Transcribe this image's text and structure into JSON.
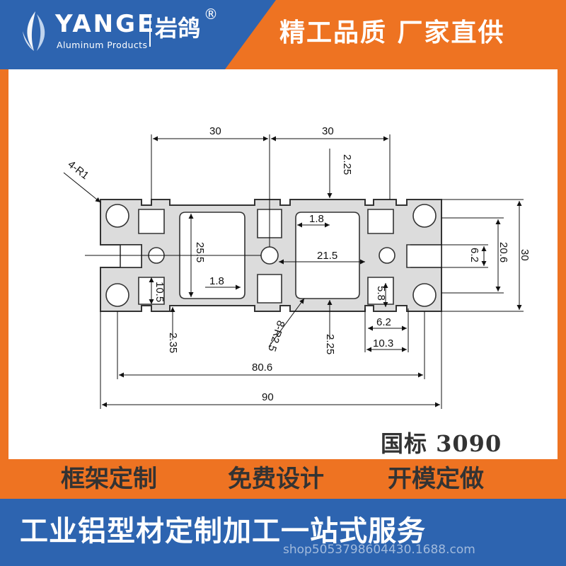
{
  "header": {
    "brand_en": "YANGE",
    "brand_sub": "Aluminum Products",
    "brand_cn": "岩鸽",
    "registered": "®",
    "slogan": "精工品质  厂家直供",
    "colors": {
      "blue": "#2d64b0",
      "orange": "#ee7322"
    }
  },
  "drawing": {
    "dimensions": {
      "top_left_width": "30",
      "top_right_width": "30",
      "slot_depth_top": "2.25",
      "corner_radius": "4-R1",
      "wall_thickness": "1.8",
      "cavity_height": "25.5",
      "left_web": "1.8",
      "center_slot": "21.5",
      "groove_depth": "10.5",
      "slot_depth_bottom_left": "2.35",
      "inner_radius": "8-R2.5",
      "slot_depth_bottom_right": "2.25",
      "slot_width_small": "5.8",
      "slot_width": "6.2",
      "slot_opening": "6.2",
      "slot_outer": "20.6",
      "height": "30",
      "slot_base": "10.3",
      "inner_width": "80.6",
      "overall_width": "90"
    },
    "standard": "国标 3090"
  },
  "features": [
    "框架定制",
    "免费设计",
    "开模定做"
  ],
  "footer": {
    "text": "工业铝型材定制加工一站式服务",
    "watermark": "shop5053798604430.1688.com"
  }
}
